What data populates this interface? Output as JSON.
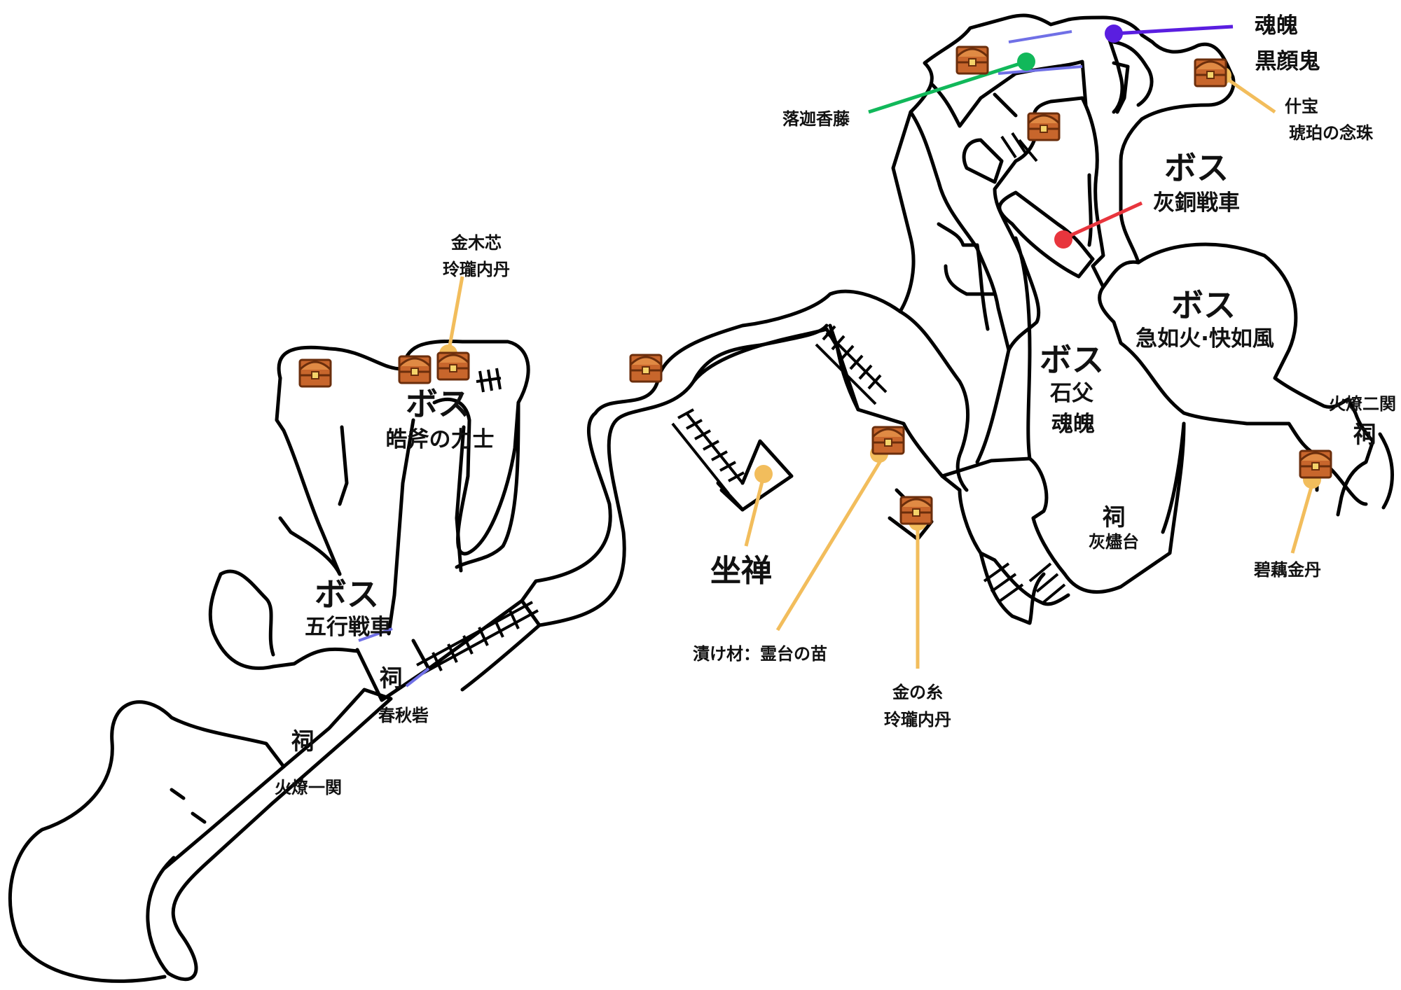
{
  "colors": {
    "wall": "#000000",
    "background": "#ffffff",
    "leader_item": "#f2bd5c",
    "leader_green": "#11b85a",
    "leader_red": "#e8353d",
    "leader_purple": "#5a1ee0",
    "gate": "#7070e6",
    "chest": "#b85a25"
  },
  "bosses": {
    "gokou": {
      "title": "ボス",
      "name": "五行戦車"
    },
    "kouhu": {
      "title": "ボス",
      "name": "皓斧の力士"
    },
    "sekifu": {
      "title": "ボス",
      "name": "石父",
      "name2": "魂魄"
    },
    "haidou": {
      "title": "ボス",
      "name": "灰銅戦車"
    },
    "kyujo": {
      "title": "ボス",
      "name": "急如火·快如風"
    }
  },
  "shrines": {
    "s1": {
      "glyph": "祠",
      "name": "火燎一関"
    },
    "s2": {
      "glyph": "祠",
      "name": "春秋砦"
    },
    "s3": {
      "glyph": "祠",
      "name": "灰燼台"
    },
    "s4": {
      "glyph": "祠",
      "name": "火燎二関"
    }
  },
  "meditation": "坐禅",
  "items": {
    "top_left": {
      "line1": "金木芯",
      "line2": "玲瓏内丹"
    },
    "tsukezai": "漬け材：霊台の苗",
    "kinnoito": {
      "line1": "金の糸",
      "line2": "玲瓏内丹"
    },
    "hekigu": "碧藕金丹",
    "juuhou": {
      "line1": "什宝",
      "line2": "琥珀の念珠"
    },
    "rakka": "落迦香藤",
    "konpaku": "魂魄",
    "kokugan": "黒顔鬼"
  },
  "icons": {
    "chest": "treasure-chest-icon",
    "marker": "location-dot-icon"
  }
}
